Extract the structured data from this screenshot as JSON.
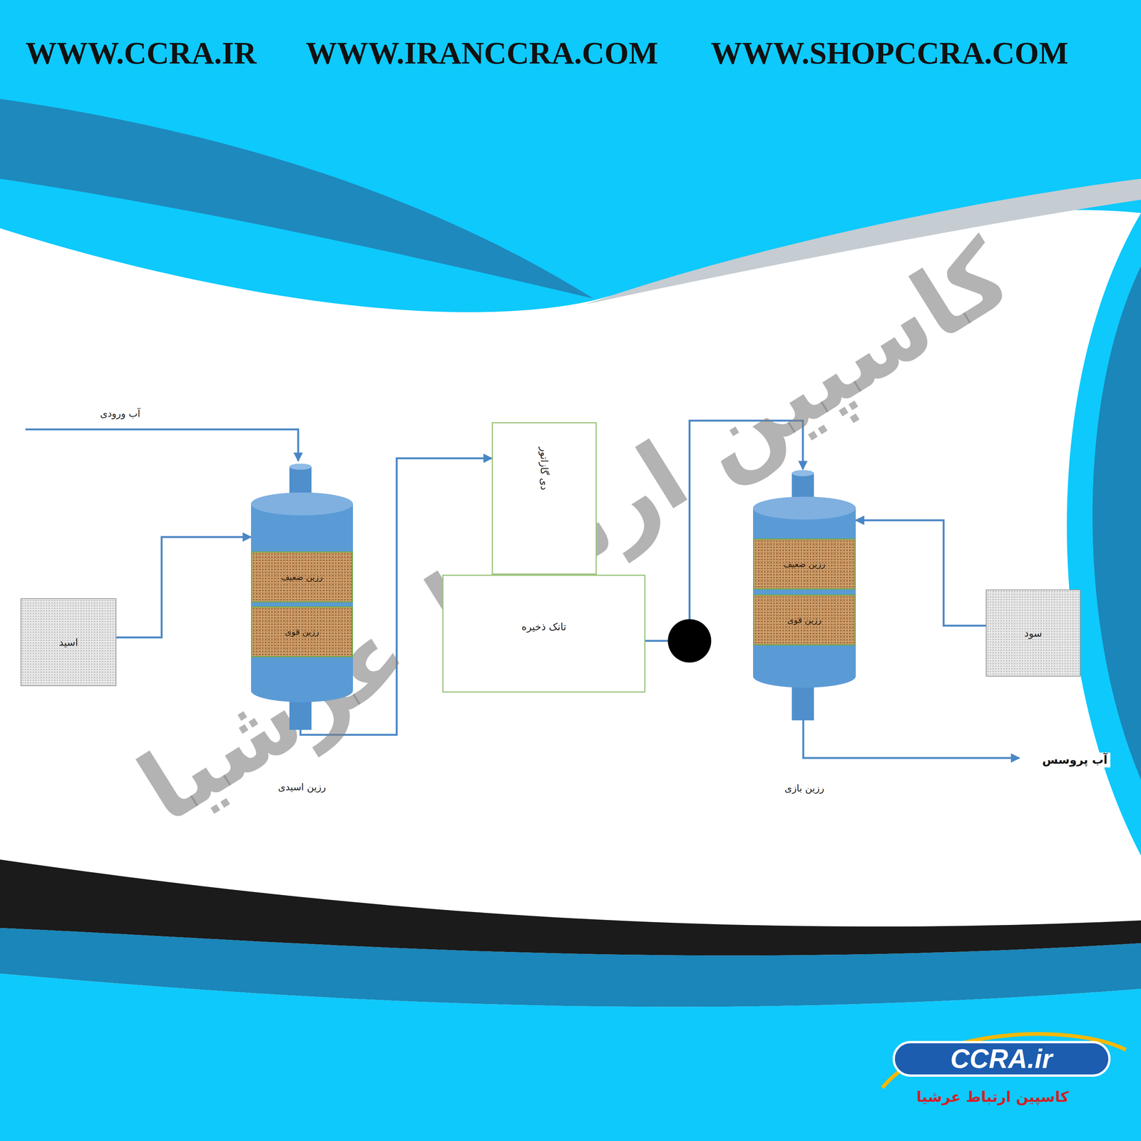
{
  "diagram": {
    "nodes": [
      {
        "text": [
          "اسید"
        ]
      },
      {
        "text": [
          "رزین اسیدی"
        ]
      },
      {
        "text": [
          "رزین ضعیف"
        ],
        "in": 1
      },
      {
        "text": [
          "رزین قوی"
        ],
        "in": 1
      },
      {
        "text": [
          "دی گازاتور"
        ]
      },
      {
        "text": [
          "تانک ذخیره"
        ]
      },
      {
        "text": [
          "رزین بازی"
        ]
      },
      {
        "text": [
          "رزین ضعیف"
        ],
        "in": 6
      },
      {
        "text": [
          "رزین قوی"
        ],
        "in": 6
      },
      {
        "text": [
          "سود"
        ]
      }
    ],
    "edges": [
      {
        "from": 0,
        "to": 1,
        "arrow": "to"
      },
      {
        "from": 1,
        "to": 4,
        "arrow": "to"
      },
      {
        "from": 5,
        "to": 6,
        "arrow": "to"
      },
      {
        "from": 9,
        "to": 6,
        "arrow": "to"
      }
    ],
    "labels": [
      "WWW.CCRA.IR",
      "WWW.IRANCCRA.COM",
      "WWW.SHOPCCRA.COM",
      "آب ورودی",
      "آب پروسس",
      "کاسپین ارتباط عرشیا",
      "CCRA.ir",
      "کاسپین ارتباط عرشیا"
    ]
  }
}
